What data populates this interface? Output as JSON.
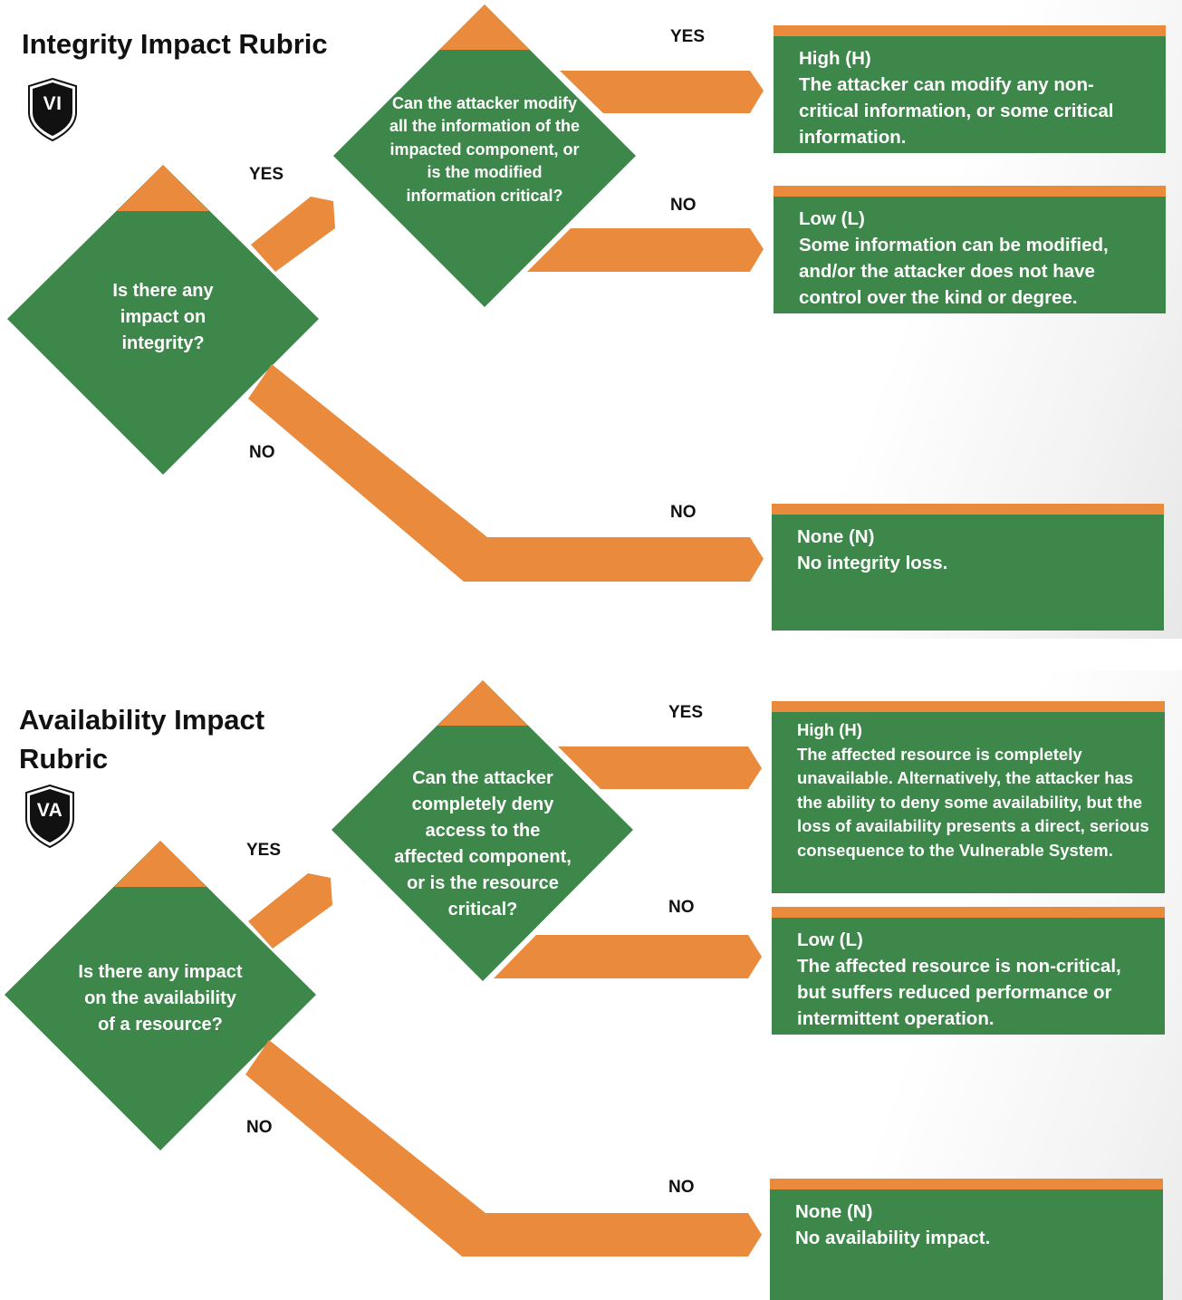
{
  "colors": {
    "green": "#3e874b",
    "orange": "#e98a3d",
    "text": "#111111"
  },
  "integrity": {
    "title": "Integrity Impact Rubric",
    "badge": "VI",
    "q1": "Is there any impact on integrity?",
    "q2": "Can the attacker modify all the information of the impacted component, or is the modified information critical?",
    "labels": {
      "q1_yes": "YES",
      "q1_no": "NO",
      "q2_yes": "YES",
      "q2_no": "NO",
      "none_no": "NO"
    },
    "outcomes": {
      "high_title": "High (H)",
      "high_text": "The attacker can modify any non-critical information, or some critical information.",
      "low_title": "Low (L)",
      "low_text": "Some information can be modified, and/or the attacker does not have control over the kind or degree.",
      "none_title": "None (N)",
      "none_text": "No integrity loss."
    }
  },
  "availability": {
    "title": "Availability Impact Rubric",
    "badge": "VA",
    "q1": "Is there any impact on the availability of a resource?",
    "q2": "Can the attacker completely deny access to the affected component, or is the resource critical?",
    "labels": {
      "q1_yes": "YES",
      "q1_no": "NO",
      "q2_yes": "YES",
      "q2_no": "NO",
      "none_no": "NO"
    },
    "outcomes": {
      "high_title": "High (H)",
      "high_text": "The affected resource is completely unavailable. Alternatively, the attacker has the ability to deny some availability, but the loss of availability presents a direct, serious consequence to the Vulnerable System.",
      "low_title": "Low (L)",
      "low_text": "The affected resource is non-critical, but suffers reduced performance or intermittent operation.",
      "none_title": "None (N)",
      "none_text": "No availability impact."
    }
  }
}
